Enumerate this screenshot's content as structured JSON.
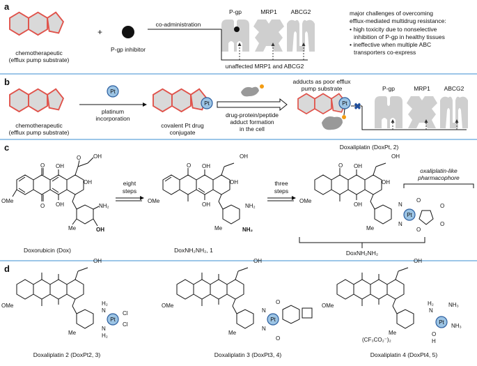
{
  "panel_a": {
    "label": "a",
    "drug_label_1": "chemotherapeutic",
    "drug_label_2": "(efflux pump substrate)",
    "plus": "+",
    "inhibitor_label": "P-gp inhibitor",
    "coadmin_label": "co-administration",
    "transporters": [
      "P-gp",
      "MRP1",
      "ABCG2"
    ],
    "unaffected_label": "unaffected MRP1 and ABCG2",
    "challenges_title_1": "major challenges of overcoming",
    "challenges_title_2": "efflux-mediated multidrug resistance:",
    "challenge_1a": "• high toxicity due to nonselective",
    "challenge_1b": "inhibition of P-gp in healthy tissues",
    "challenge_2a": "• ineffective when multiple ABC",
    "challenge_2b": "transporters co-express"
  },
  "panel_b": {
    "label": "b",
    "drug_label_1": "chemotherapeutic",
    "drug_label_2": "(efflux pump substrate)",
    "pt_symbol": "Pt",
    "step1_label_1": "platinum",
    "step1_label_2": "incorporation",
    "conjugate_label_1": "covalent Pt drug",
    "conjugate_label_2": "conjugate",
    "step2_label_1": "drug-protein/peptide",
    "step2_label_2": "adduct formation",
    "step2_label_3": "in the cell",
    "adduct_label_1": "adducts as poor efflux",
    "adduct_label_2": "pump substrate",
    "transporters": [
      "P-gp",
      "MRP1",
      "ABCG2"
    ]
  },
  "panel_c": {
    "label": "c",
    "dox_name": "Doxorubicin (Dox)",
    "step1_1": "eight",
    "step1_2": "steps",
    "doxnh2_name": "DoxNH₂NH₂, 1",
    "step2_1": "three",
    "step2_2": "steps",
    "doxpt_title": "Doxaliplatin (DoxPt, 2)",
    "pharmacophore_1": "oxaliplatin-like",
    "pharmacophore_2": "pharmacophore",
    "bracket_label": "DoxNH₂NH₂"
  },
  "panel_d": {
    "label": "d",
    "compound_3": "Doxaliplatin 2 (DoxPt2, 3)",
    "compound_4": "Doxaliplatin 3 (DoxPt3, 4)",
    "compound_5": "Doxaliplatin 4 (DoxPt4, 5)",
    "counterion": "(CF₃CO₂⁻)₂"
  },
  "atoms": {
    "O": "O",
    "OH": "OH",
    "OMe": "OMe",
    "NH2": "NH₂",
    "NH3": "NH₃",
    "Me": "Me",
    "H2": "H₂",
    "N": "N",
    "H": "H",
    "Cl": "Cl",
    "Pt": "Pt"
  },
  "colors": {
    "ring_fill": "#d9d9d9",
    "ring_edge": "#e0524a",
    "pt_fill": "#9cc4e4",
    "pt_edge": "#2a5d9f",
    "transporter": "#cfcfcf",
    "divider": "#9cc6e8",
    "x_mark": "#1f4e9c",
    "orange_dot": "#f39c12"
  }
}
